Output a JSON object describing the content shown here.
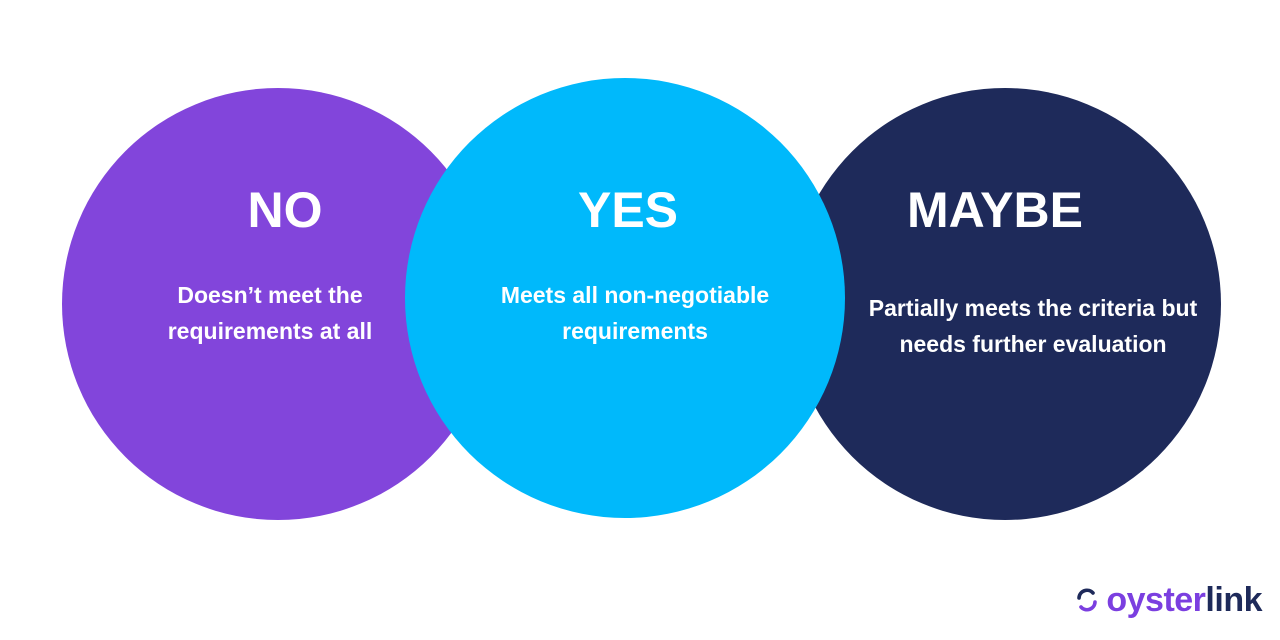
{
  "colors": {
    "no": "#8245db",
    "yes": "#00b9fb",
    "maybe": "#1e2a5a",
    "text": "#ffffff",
    "brand_oyster": "#7b3fe0",
    "brand_link": "#1e2a5a"
  },
  "circles": [
    {
      "id": "no",
      "heading": "NO",
      "description": "Doesn’t meet the requirements at all"
    },
    {
      "id": "yes",
      "heading": "YES",
      "description": "Meets all non-negotiable requirements"
    },
    {
      "id": "maybe",
      "heading": "MAYBE",
      "description": "Partially meets the criteria but needs further evaluation"
    }
  ],
  "brand": {
    "part1": "oyster",
    "part2": "link",
    "icon": "oysterlink-logo-icon"
  }
}
